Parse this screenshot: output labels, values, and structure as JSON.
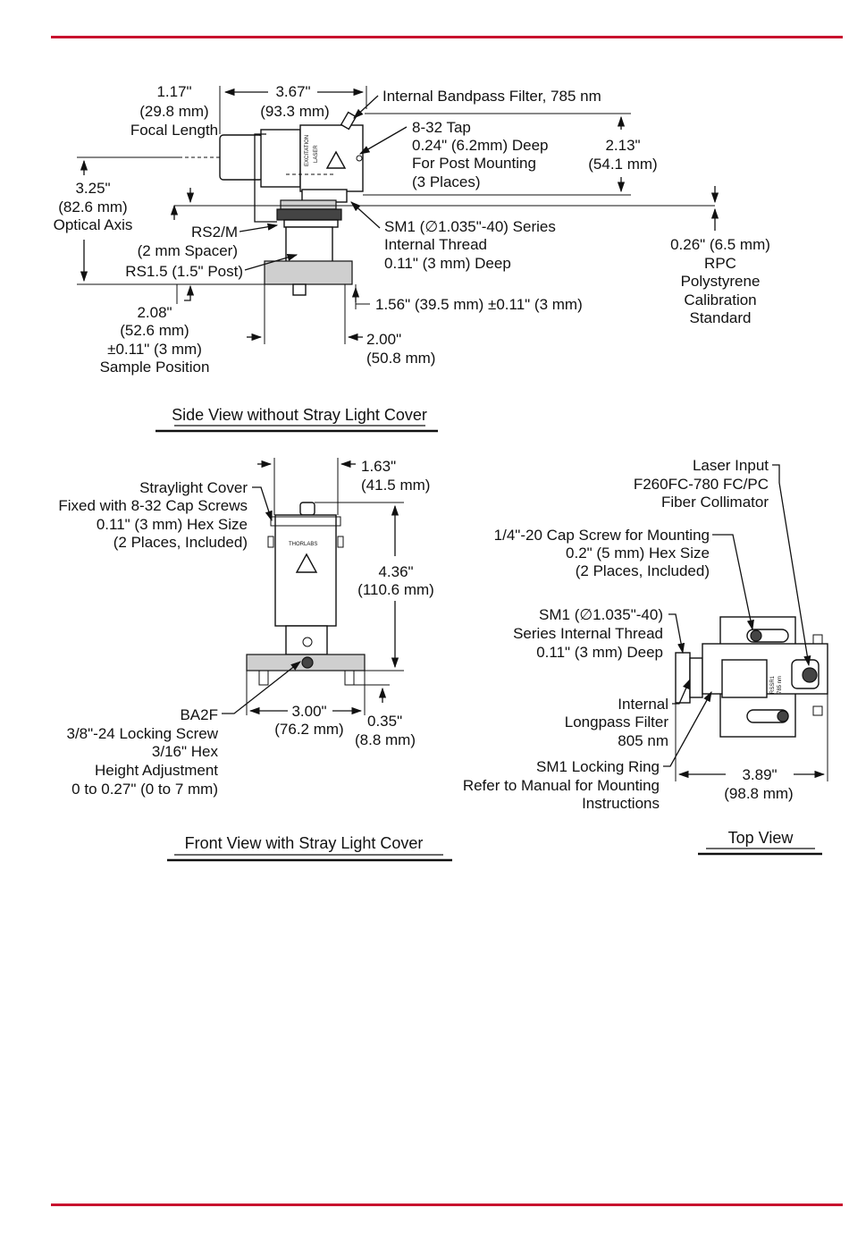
{
  "side_view": {
    "caption": "Side View without Stray Light Cover",
    "focal": [
      "1.17\"",
      "(29.8 mm)",
      "Focal Length"
    ],
    "length_367": [
      "3.67\"",
      "(93.3 mm)"
    ],
    "filter_label": "Internal Bandpass Filter, 785 nm",
    "tap": [
      "8-32 Tap",
      "0.24\" (6.2mm) Deep",
      "For Post Mounting",
      "(3 Places)"
    ],
    "height_213": [
      "2.13\"",
      "(54.1 mm)"
    ],
    "optical_axis": [
      "3.25\"",
      "(82.6 mm)",
      "Optical Axis"
    ],
    "rs2m": [
      "RS2/M",
      "(2 mm Spacer)"
    ],
    "rs15": "RS1.5 (1.5\" Post)",
    "sm1_thread": [
      "SM1 (∅1.035\"-40) Series",
      "Internal Thread",
      "0.11\" (3 mm) Deep"
    ],
    "rpc": [
      "0.26\" (6.5 mm)",
      "RPC",
      "Polystyrene",
      "Calibration",
      "Standard"
    ],
    "sample_position": [
      "2.08\"",
      "(52.6 mm)",
      "±0.11\" (3 mm)",
      "Sample Position"
    ],
    "dim_156": "1.56\" (39.5 mm) ±0.11\" (3 mm)",
    "dim_200": [
      "2.00\"",
      "(50.8 mm)"
    ],
    "housing_text": [
      "EXCITATION",
      "LASER"
    ]
  },
  "front_view": {
    "caption": "Front View with Stray Light Cover",
    "straylight": [
      "Straylight Cover",
      "Fixed with 8-32 Cap Screws",
      "0.11\" (3 mm) Hex Size",
      "(2 Places, Included)"
    ],
    "dim_163": [
      "1.63\"",
      "(41.5 mm)"
    ],
    "dim_436": [
      "4.36\"",
      "(110.6 mm)"
    ],
    "ba2f": [
      "BA2F",
      "3/8\"-24 Locking Screw",
      "3/16\" Hex",
      "Height Adjustment",
      "0 to 0.27\" (0 to 7 mm)"
    ],
    "dim_300": [
      "3.00\"",
      "(76.2 mm)"
    ],
    "dim_035": [
      "0.35\"",
      "(8.8 mm)"
    ],
    "brand": "THORLABS"
  },
  "top_view": {
    "caption": "Top View",
    "laser_input": [
      "Laser Input",
      "F260FC-780 FC/PC",
      "Fiber Collimator"
    ],
    "cap_screw": [
      "1/4\"-20 Cap Screw for Mounting",
      "0.2\" (5 mm) Hex Size",
      "(2 Places, Included)"
    ],
    "sm1_thread": [
      "SM1 (∅1.035\"-40)",
      "Series Internal Thread",
      "0.11\" (3 mm) Deep"
    ],
    "longpass": [
      "Internal",
      "Longpass Filter",
      "805 nm"
    ],
    "locking_ring": [
      "SM1 Locking Ring",
      "Refer to Manual for Mounting",
      "Instructions"
    ],
    "dim_389": [
      "3.89\"",
      "(98.8 mm)"
    ],
    "part_text": [
      "RSSR1",
      "785 nm"
    ]
  },
  "colors": {
    "rule": "#c8102e",
    "ink": "#111111"
  }
}
